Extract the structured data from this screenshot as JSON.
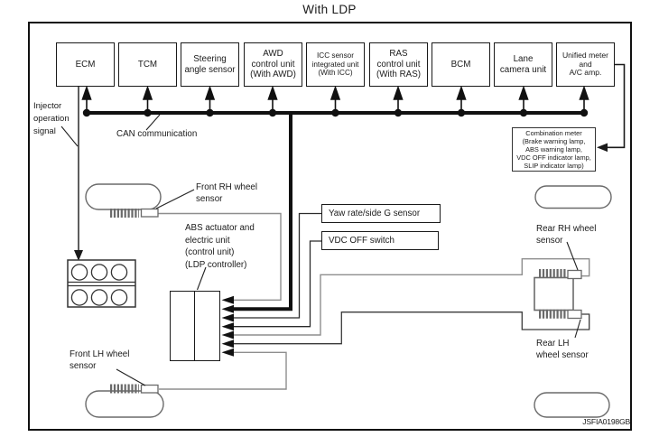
{
  "title": "With LDP",
  "figure_code": "JSFIA0198GB",
  "can_bus": {
    "label": "CAN communication",
    "units": [
      {
        "label": [
          "ECM"
        ]
      },
      {
        "label": [
          "TCM"
        ]
      },
      {
        "label": [
          "Steering",
          "angle sensor"
        ]
      },
      {
        "label": [
          "AWD",
          "control unit",
          "(With AWD)"
        ]
      },
      {
        "label": [
          "ICC sensor",
          "integrated unit",
          "(With ICC)"
        ]
      },
      {
        "label": [
          "RAS",
          "control unit",
          "(With RAS)"
        ]
      },
      {
        "label": [
          "BCM"
        ]
      },
      {
        "label": [
          "Lane",
          "camera unit"
        ]
      },
      {
        "label": [
          "Unified meter",
          "and",
          "A/C amp."
        ]
      }
    ]
  },
  "signals": {
    "injector": [
      "Injector",
      "operation",
      "signal"
    ]
  },
  "modules": {
    "combination_meter": [
      "Combination meter",
      "(Brake warning lamp,",
      "ABS warning lamp,",
      "VDC OFF indicator lamp,",
      "SLIP indicator lamp)"
    ],
    "yaw_rate_sensor": "Yaw rate/side G sensor",
    "vdc_off_switch": "VDC OFF switch",
    "abs_actuator": [
      "ABS actuator and",
      "electric unit",
      "(control unit)",
      "(LDP controller)"
    ]
  },
  "wheel_sensors": {
    "front_rh": [
      "Front RH wheel",
      "sensor"
    ],
    "front_lh": [
      "Front LH wheel",
      "sensor"
    ],
    "rear_rh": [
      "Rear RH wheel",
      "sensor"
    ],
    "rear_lh": [
      "Rear LH",
      "wheel sensor"
    ]
  },
  "colors": {
    "line_black": "#1a1a1a",
    "wheel_gray": "#6a6a6a",
    "wire_gray": "#8e8e8e"
  }
}
